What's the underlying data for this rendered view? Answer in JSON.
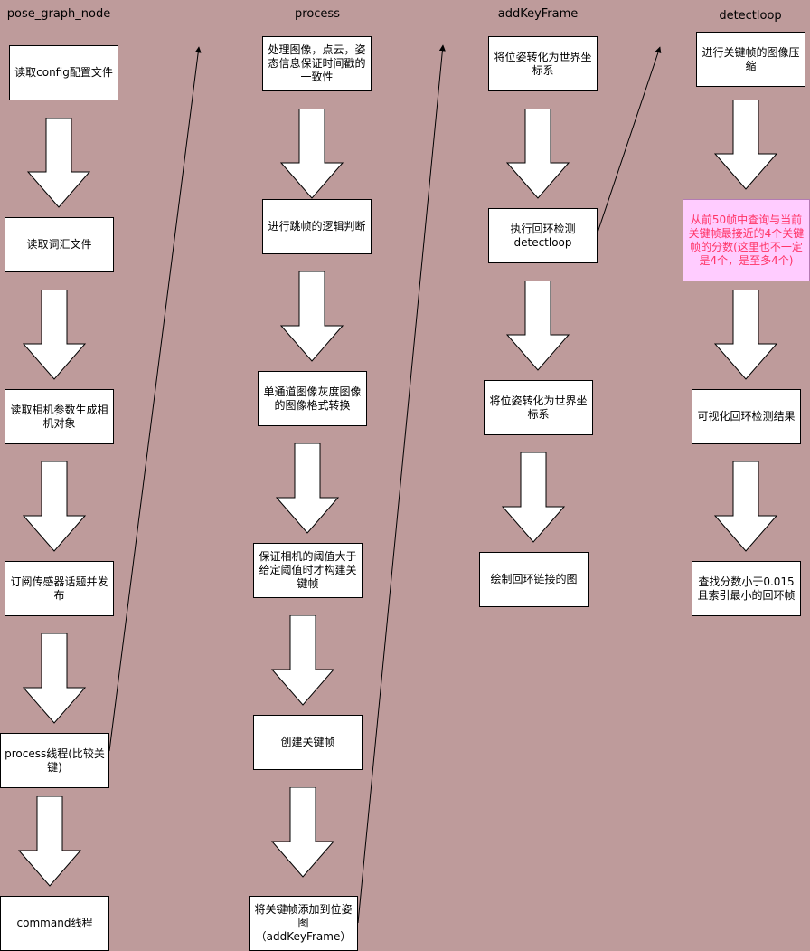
{
  "columns": {
    "pose_graph_node": "pose_graph_node",
    "process": "process",
    "addKeyFrame": "addKeyFrame",
    "detectloop": "detectloop"
  },
  "nodes": {
    "read_config": "读取config配置文件",
    "read_vocab": "读取词汇文件",
    "read_camera": "读取相机参数生成相机对象",
    "subscribe_topics": "订阅传感器话题并发布",
    "process_thread": "process线程(比较关键)",
    "command_thread": "command线程",
    "process_sync": "处理图像，点云，姿态信息保证时间戳的一致性",
    "skip_frame_logic": "进行跳帧的逻辑判断",
    "gray_convert": "单通道图像灰度图像的图像格式转换",
    "threshold_keyframe": "保证相机的阈值大于给定阈值时才构建关键帧",
    "create_keyframe": "创建关键帧",
    "add_keyframe": "将关键帧添加到位姿图（addKeyFrame）",
    "pose_to_world_1": "将位姿转化为世界坐标系",
    "run_loop_detect": "执行回环检测detectloop",
    "pose_to_world_2": "将位姿转化为世界坐标系",
    "draw_loop": "绘制回环链接的图",
    "compress_images": "进行关键帧的图像压缩",
    "query_scores": "从前50帧中查询与当前关键帧最接近的4个关键帧的分数(这里也不一定是4个，是至多4个)",
    "visualize_loop": "可视化回环检测结果",
    "find_loop": "查找分数小于0.015且索引最小的回环帧"
  },
  "colors": {
    "background": "#be9b9b",
    "node_fill": "#ffffff",
    "highlight_fill": "#ffccff",
    "highlight_text": "#ff3366"
  }
}
